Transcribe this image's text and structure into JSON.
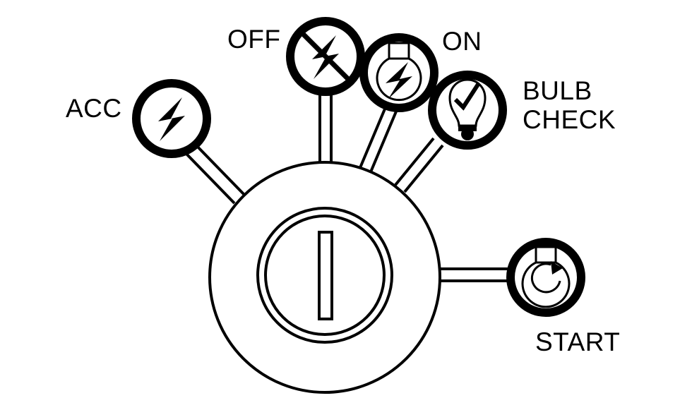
{
  "title": "",
  "positions": [
    {
      "id": "acc",
      "label": "ACC",
      "icon": "power-bolt-icon"
    },
    {
      "id": "off",
      "label": "OFF",
      "icon": "power-off-icon"
    },
    {
      "id": "on",
      "label": "ON",
      "icon": "key-bolt-icon"
    },
    {
      "id": "bulb_check",
      "label_line1": "BULB",
      "label_line2": "CHECK",
      "icon": "bulb-check-icon"
    },
    {
      "id": "start",
      "label": "START",
      "icon": "key-rotate-icon"
    }
  ],
  "center": {
    "icon": "key-slot-icon"
  },
  "colors": {
    "line": "#000000",
    "background": "#ffffff"
  }
}
